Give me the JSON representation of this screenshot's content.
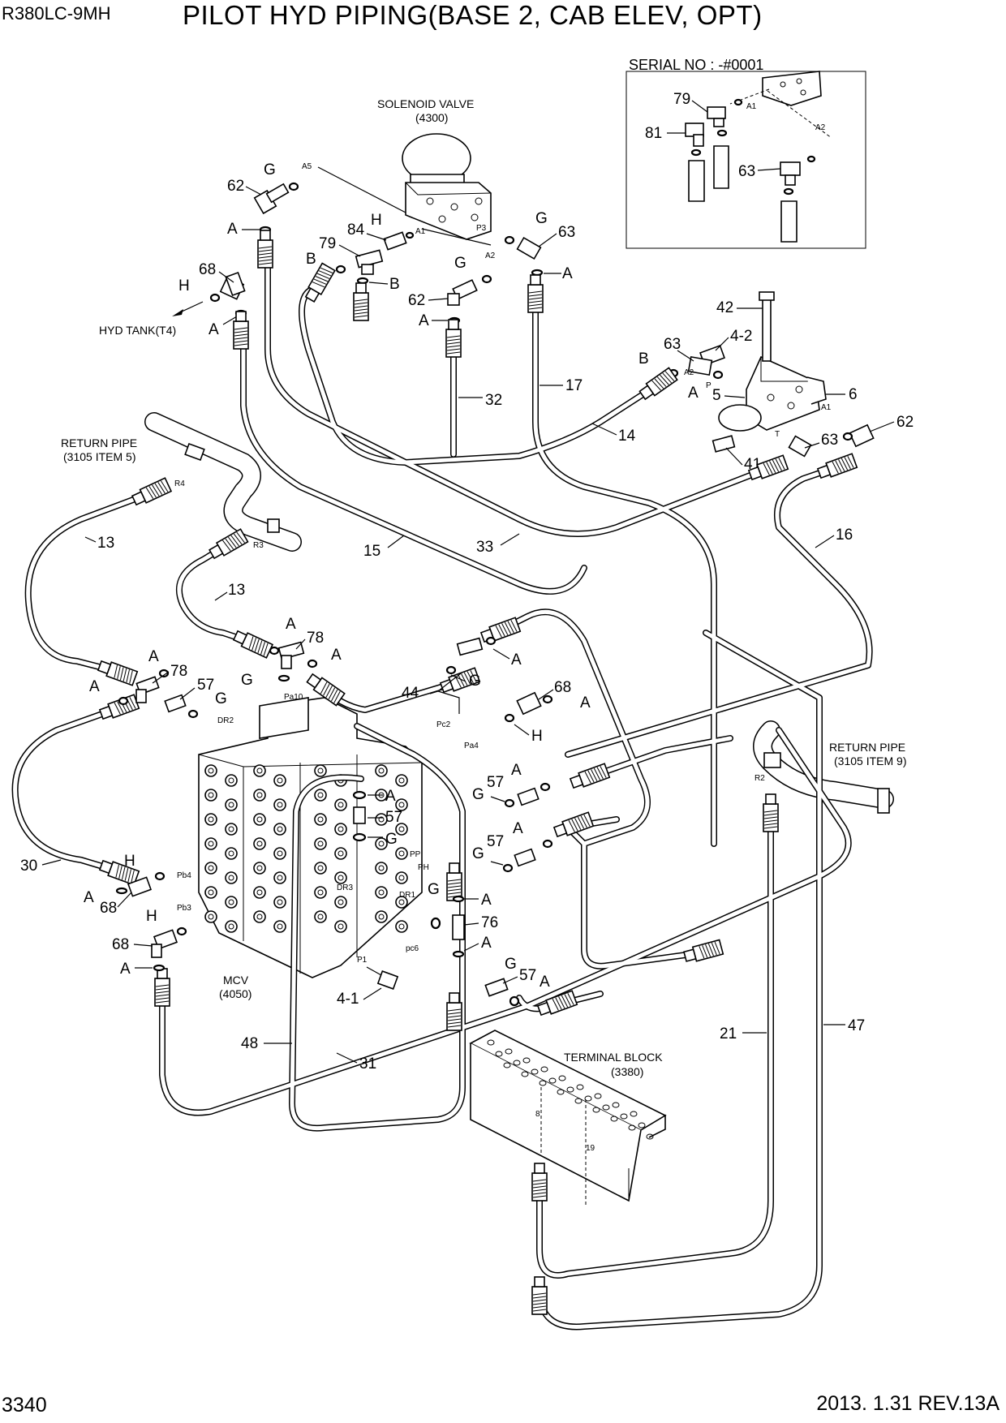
{
  "header": {
    "model": "R380LC-9MH",
    "title": "PILOT HYD PIPING(BASE 2, CAB ELEV, OPT)"
  },
  "footer": {
    "page_number": "3340",
    "revision": "2013. 1.31  REV.13A"
  },
  "inset": {
    "title": "SERIAL NO : -#0001",
    "callouts": [
      "79",
      "81",
      "63"
    ],
    "ports": [
      "A1",
      "A2"
    ]
  },
  "components": {
    "solenoid_valve": {
      "name": "SOLENOID VALVE",
      "code": "(4300)"
    },
    "hyd_tank": "HYD TANK(T4)",
    "return_pipe_left": {
      "name": "RETURN PIPE",
      "ref": "(3105 ITEM 5)"
    },
    "return_pipe_right": {
      "name": "RETURN PIPE",
      "ref": "(3105 ITEM 9)"
    },
    "mcv": {
      "name": "MCV",
      "code": "(4050)"
    },
    "terminal_block": {
      "name": "TERMINAL BLOCK",
      "code": "(3380)"
    }
  },
  "ports": [
    "A5",
    "A1",
    "P3",
    "A2",
    "P",
    "T",
    "R4",
    "R3",
    "R2",
    "Pa10",
    "DR2",
    "Pc2",
    "Pa4",
    "Pb4",
    "Pb3",
    "PP",
    "PH",
    "DR3",
    "DR1",
    "pc6",
    "P1",
    "8",
    "19"
  ],
  "callouts": {
    "c62a": "62",
    "c84": "84",
    "c79": "79",
    "c62b": "62",
    "c63a": "63",
    "c68a": "68",
    "c42": "42",
    "c4_2": "4-2",
    "c63b": "63",
    "c5": "5",
    "c6": "6",
    "c62c": "62",
    "c63c": "63",
    "c41": "41",
    "c32": "32",
    "c17": "17",
    "c14": "14",
    "c16": "16",
    "c15": "15",
    "c33": "33",
    "c13a": "13",
    "c13b": "13",
    "c78a": "78",
    "c78b": "78",
    "c57a": "57",
    "c44": "44",
    "c68b": "68",
    "c57b": "57",
    "c57c": "57",
    "c57d": "57",
    "c30": "30",
    "c68c": "68",
    "c68d": "68",
    "c76": "76",
    "c57e": "57",
    "c4_1": "4-1",
    "c48": "48",
    "c31": "31",
    "c21": "21",
    "c47": "47"
  },
  "letters": {
    "A": "A",
    "B": "B",
    "G": "G",
    "H": "H"
  }
}
